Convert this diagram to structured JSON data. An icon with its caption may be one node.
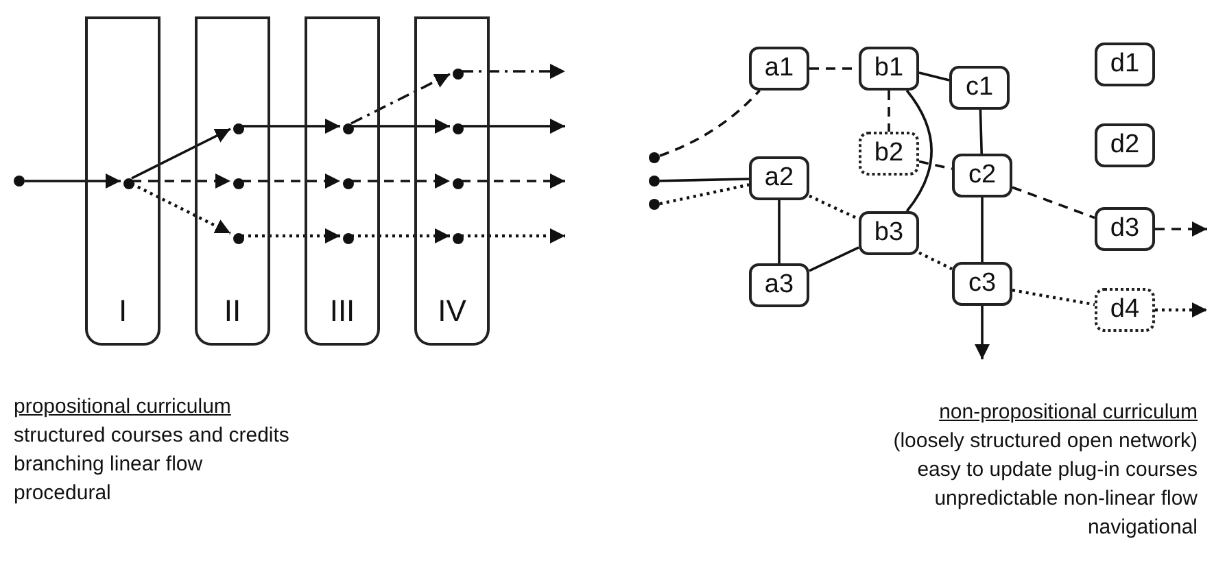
{
  "diagram": {
    "nodes": [
      {
        "text": [],
        "shape": "circle"
      },
      {
        "text": [
          "I"
        ]
      },
      {
        "text": [],
        "shape": "circle",
        "in": 1
      },
      {
        "text": [
          "II"
        ]
      },
      {
        "text": [],
        "shape": "circle",
        "in": 3
      },
      {
        "text": [],
        "shape": "circle",
        "in": 3
      },
      {
        "text": [],
        "shape": "circle",
        "in": 3
      },
      {
        "text": [
          "III"
        ]
      },
      {
        "text": [],
        "shape": "circle",
        "in": 7
      },
      {
        "text": [],
        "shape": "circle",
        "in": 7
      },
      {
        "text": [],
        "shape": "circle",
        "in": 7
      },
      {
        "text": [
          "IV"
        ]
      },
      {
        "text": [],
        "shape": "circle",
        "in": 11
      },
      {
        "text": [],
        "shape": "circle",
        "in": 11
      },
      {
        "text": [],
        "shape": "circle",
        "in": 11
      },
      {
        "text": [],
        "shape": "circle",
        "in": 11
      },
      {
        "text": [],
        "shape": "circle"
      },
      {
        "text": [],
        "shape": "circle"
      },
      {
        "text": [],
        "shape": "circle"
      },
      {
        "text": [
          "a1"
        ]
      },
      {
        "text": [
          "b1"
        ]
      },
      {
        "text": [
          "c1"
        ]
      },
      {
        "text": [
          "d1"
        ]
      },
      {
        "text": [
          "b2"
        ]
      },
      {
        "text": [
          "d2"
        ]
      },
      {
        "text": [
          "a2"
        ]
      },
      {
        "text": [
          "c2"
        ]
      },
      {
        "text": [
          "b3"
        ]
      },
      {
        "text": [
          "d3"
        ]
      },
      {
        "text": [
          "a3"
        ]
      },
      {
        "text": [
          "c3"
        ]
      },
      {
        "text": [
          "d4"
        ]
      }
    ],
    "edges": [
      {
        "from": 0,
        "to": 2,
        "arrow": "to"
      },
      {
        "from": 2,
        "to": 4,
        "arrow": "to"
      },
      {
        "from": 2,
        "to": 5,
        "arrow": "to",
        "style": "dashed"
      },
      {
        "from": 2,
        "to": 6,
        "arrow": "to",
        "style": "dashed"
      },
      {
        "from": 4,
        "to": 8,
        "arrow": "to"
      },
      {
        "from": 5,
        "to": 9,
        "arrow": "to",
        "style": "dashed"
      },
      {
        "from": 6,
        "to": 10,
        "arrow": "to",
        "style": "dashed"
      },
      {
        "from": 8,
        "to": 13,
        "arrow": "to"
      },
      {
        "from": 9,
        "to": 14,
        "arrow": "to",
        "style": "dashed"
      },
      {
        "from": 10,
        "to": 15,
        "arrow": "to",
        "style": "dashed"
      },
      {
        "from": 8,
        "to": 12,
        "arrow": "to",
        "style": "dashed"
      },
      {
        "from": 12,
        "to": null,
        "arrow": "to",
        "style": "dashed"
      },
      {
        "from": 13,
        "to": null,
        "arrow": "to"
      },
      {
        "from": 14,
        "to": null,
        "arrow": "to",
        "style": "dashed"
      },
      {
        "from": 15,
        "to": null,
        "arrow": "to",
        "style": "dashed"
      },
      {
        "from": 16,
        "to": 19,
        "arrow": "none",
        "style": "dashed"
      },
      {
        "from": 19,
        "to": 20,
        "arrow": "none",
        "style": "dashed"
      },
      {
        "from": 20,
        "to": 23,
        "arrow": "none",
        "style": "dashed"
      },
      {
        "from": 23,
        "to": 26,
        "arrow": "none",
        "style": "dashed"
      },
      {
        "from": 26,
        "to": 28,
        "arrow": "none",
        "style": "dashed"
      },
      {
        "from": 28,
        "to": null,
        "arrow": "to",
        "style": "dashed"
      },
      {
        "from": 17,
        "to": 25,
        "arrow": "none"
      },
      {
        "from": 25,
        "to": 29,
        "arrow": "none"
      },
      {
        "from": 29,
        "to": 27,
        "arrow": "none"
      },
      {
        "from": 27,
        "to": 20,
        "arrow": "none"
      },
      {
        "from": 20,
        "to": 21,
        "arrow": "none"
      },
      {
        "from": 21,
        "to": 26,
        "arrow": "none"
      },
      {
        "from": 26,
        "to": 30,
        "arrow": "none"
      },
      {
        "from": 30,
        "to": null,
        "arrow": "to"
      },
      {
        "from": 18,
        "to": 25,
        "arrow": "none",
        "style": "dashed"
      },
      {
        "from": 25,
        "to": 27,
        "arrow": "none",
        "style": "dashed"
      },
      {
        "from": 27,
        "to": 30,
        "arrow": "none",
        "style": "dashed"
      },
      {
        "from": 30,
        "to": 31,
        "arrow": "none",
        "style": "dashed"
      },
      {
        "from": 31,
        "to": null,
        "arrow": "to",
        "style": "dashed"
      }
    ],
    "labels": [
      "propositional curriculum",
      "structured courses and credits",
      "branching linear flow",
      "procedural",
      "non-propositional curriculum",
      "(loosely structured open network)",
      "easy to update plug-in courses",
      "unpredictable non-linear flow",
      "navigational"
    ]
  }
}
